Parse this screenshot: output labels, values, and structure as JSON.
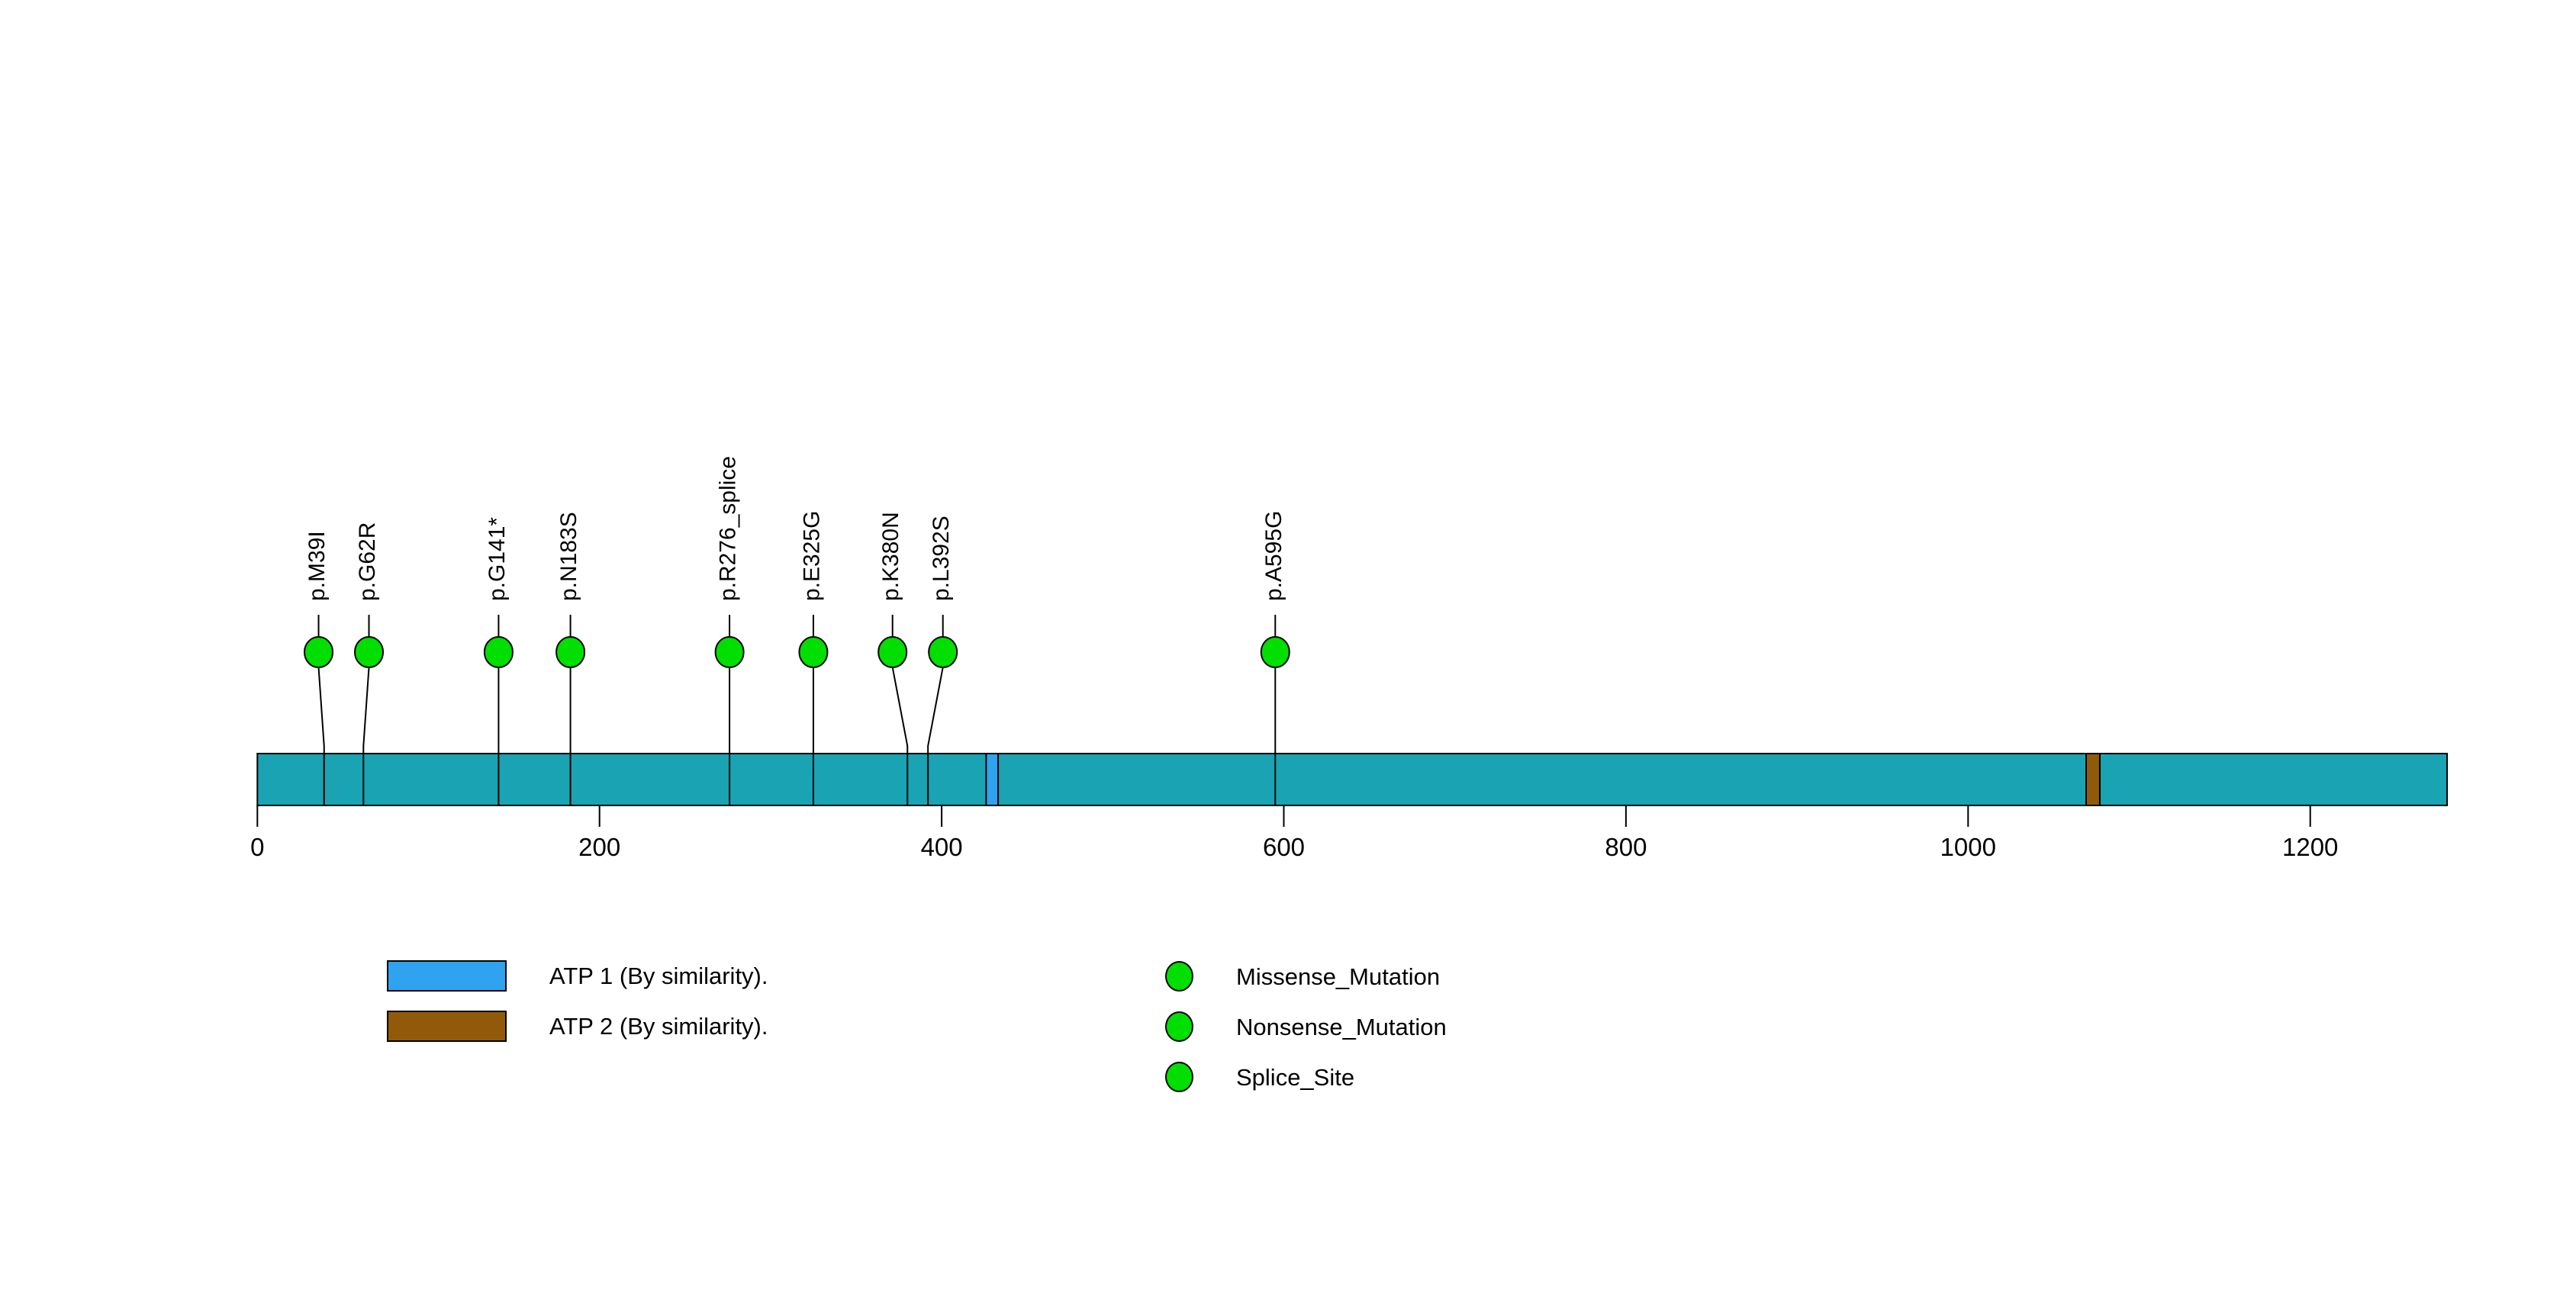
{
  "chart_data": {
    "type": "lollipop",
    "title": "",
    "protein_length": 1280,
    "xlim": [
      0,
      1280
    ],
    "x_ticks": [
      0,
      200,
      400,
      600,
      800,
      1000,
      1200
    ],
    "grid": false,
    "bar_color": "#1AA3B2",
    "mutation_color": "#00DF00",
    "stem_color": "#000000",
    "domains": [
      {
        "label": "ATP 1 (By similarity).",
        "start": 426,
        "end": 433,
        "color": "#2FA3EF"
      },
      {
        "label": "ATP 2 (By similarity).",
        "start": 1069,
        "end": 1077,
        "color": "#915A0B"
      }
    ],
    "mutations": [
      {
        "label": "p.M39I",
        "position": 39,
        "type": "Missense_Mutation"
      },
      {
        "label": "p.G62R",
        "position": 62,
        "type": "Missense_Mutation"
      },
      {
        "label": "p.G141*",
        "position": 141,
        "type": "Nonsense_Mutation"
      },
      {
        "label": "p.N183S",
        "position": 183,
        "type": "Missense_Mutation"
      },
      {
        "label": "p.R276_splice",
        "position": 276,
        "type": "Splice_Site"
      },
      {
        "label": "p.E325G",
        "position": 325,
        "type": "Missense_Mutation"
      },
      {
        "label": "p.K380N",
        "position": 380,
        "type": "Missense_Mutation"
      },
      {
        "label": "p.L392S",
        "position": 392,
        "type": "Missense_Mutation"
      },
      {
        "label": "p.A595G",
        "position": 595,
        "type": "Missense_Mutation"
      }
    ],
    "legend": {
      "domains": [
        {
          "label": "ATP 1 (By similarity).",
          "color": "#2FA3EF"
        },
        {
          "label": "ATP 2 (By similarity).",
          "color": "#915A0B"
        }
      ],
      "mutation_types": [
        {
          "label": "Missense_Mutation",
          "color": "#00DF00"
        },
        {
          "label": "Nonsense_Mutation",
          "color": "#00DF00"
        },
        {
          "label": "Splice_Site",
          "color": "#00DF00"
        }
      ]
    }
  }
}
